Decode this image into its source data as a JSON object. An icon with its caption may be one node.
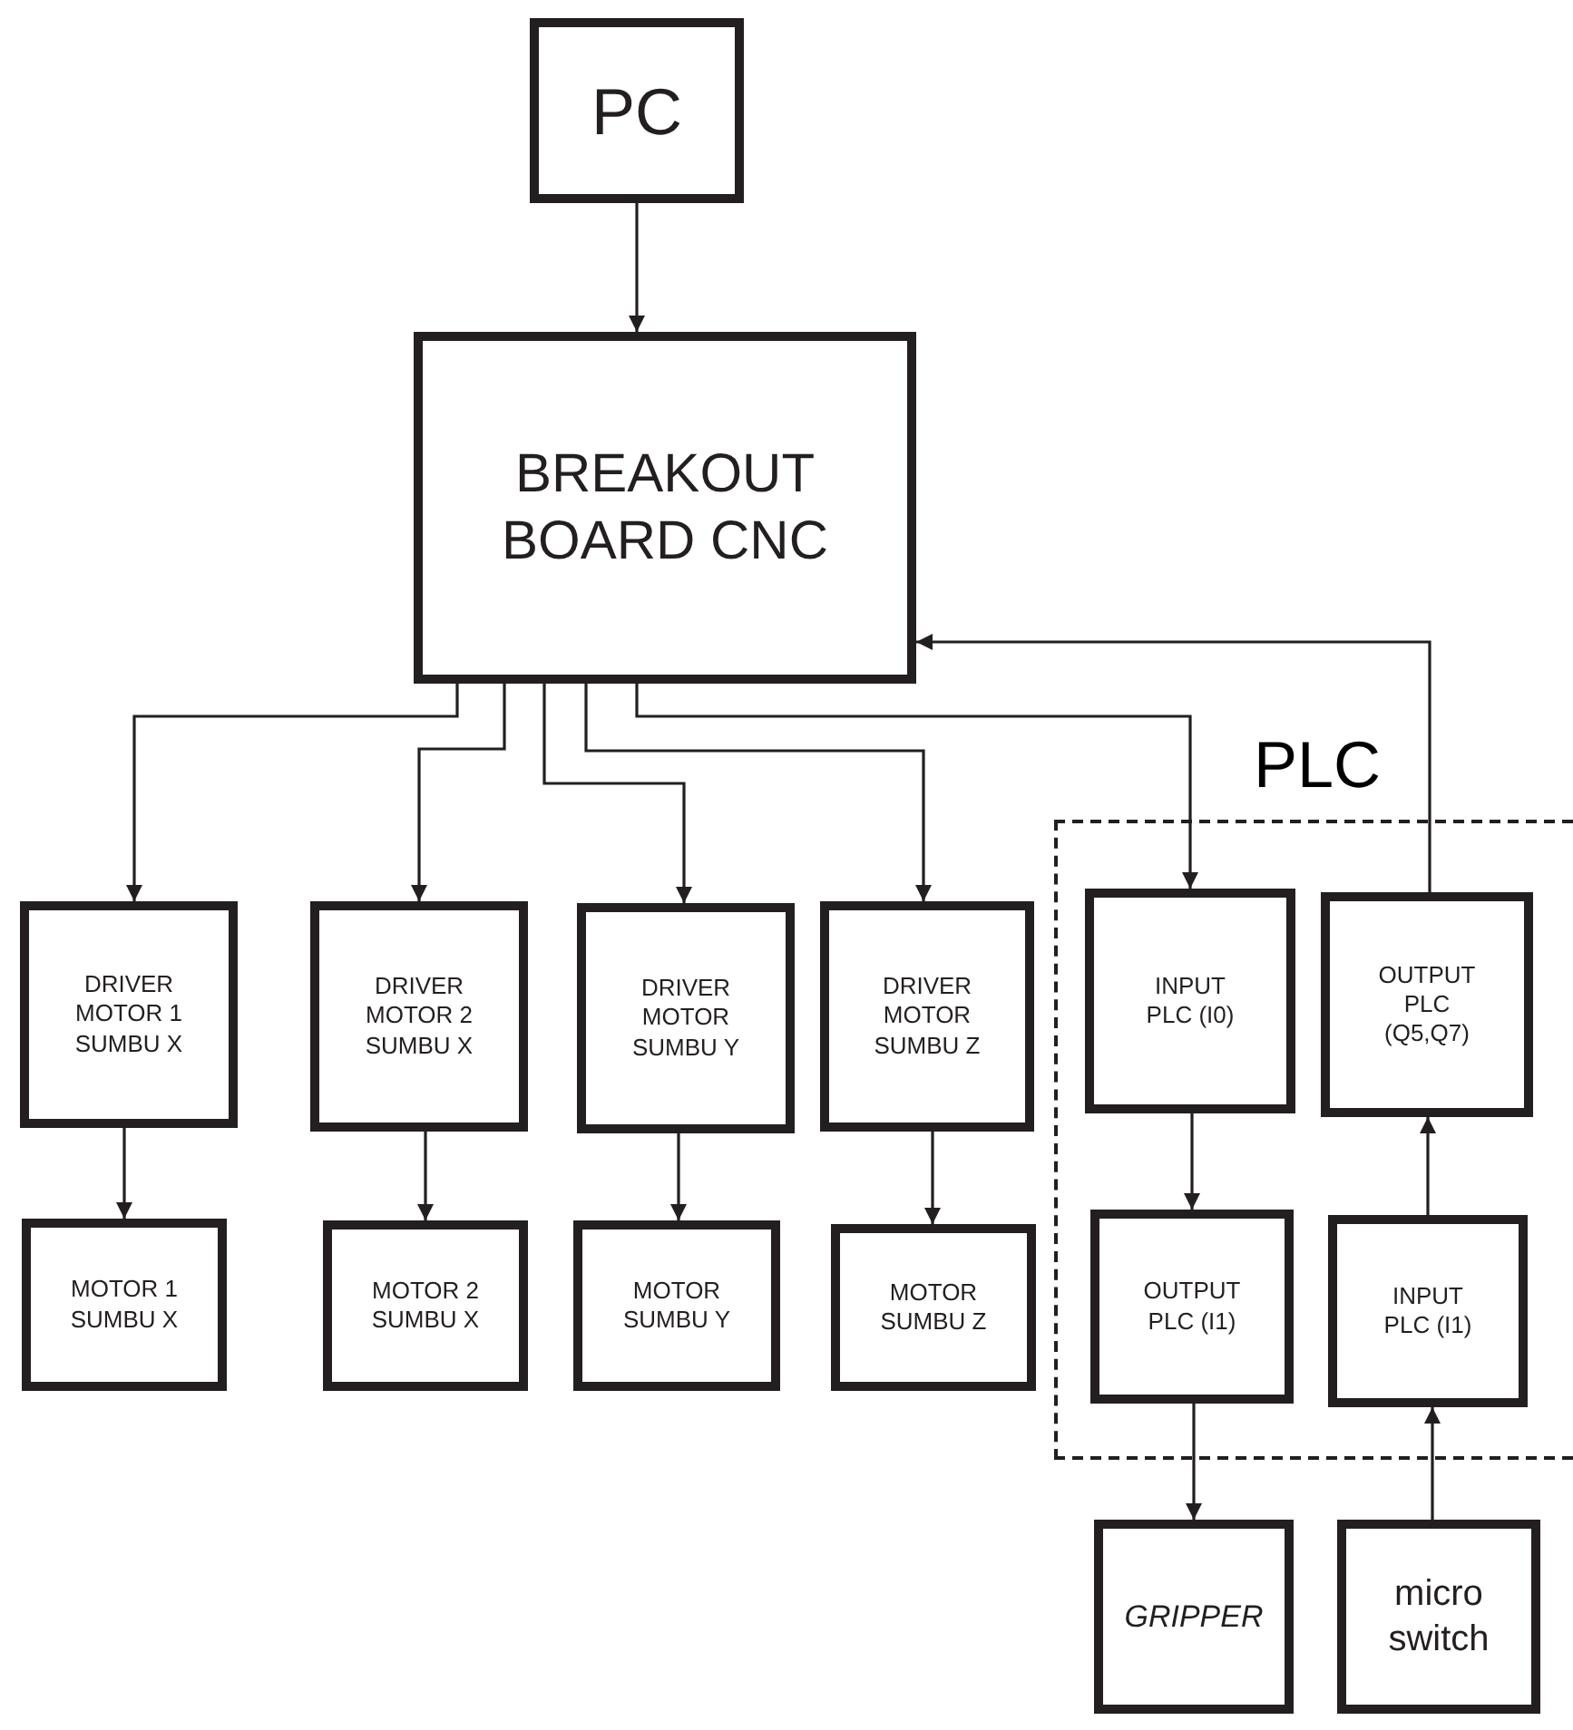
{
  "diagram": {
    "nodes": [
      {
        "text": [
          "PC"
        ]
      },
      {
        "text": [
          "BREAKOUT BOARD CNC"
        ]
      },
      {
        "text": [
          "DRIVER MOTOR 1 SUMBU X"
        ]
      },
      {
        "text": [
          "DRIVER MOTOR 2 SUMBU X"
        ]
      },
      {
        "text": [
          "DRIVER MOTOR SUMBU Y"
        ]
      },
      {
        "text": [
          "DRIVER MOTOR SUMBU Z"
        ]
      },
      {
        "text": [
          "PLC"
        ]
      },
      {
        "text": [
          "INPUT PLC (I0)"
        ],
        "in": 6
      },
      {
        "text": [
          "OUTPUT PLC (Q5,Q7)"
        ],
        "in": 6
      },
      {
        "text": [
          "MOTOR 1 SUMBU X"
        ]
      },
      {
        "text": [
          "MOTOR 2 SUMBU X"
        ]
      },
      {
        "text": [
          "MOTOR SUMBU Y"
        ]
      },
      {
        "text": [
          "MOTOR SUMBU Z"
        ]
      },
      {
        "text": [
          "OUTPUT PLC (I1)"
        ],
        "in": 6
      },
      {
        "text": [
          "INPUT PLC (I1)"
        ],
        "in": 6
      },
      {
        "text": [
          "GRIPPER"
        ]
      },
      {
        "text": [
          "micro switch"
        ]
      }
    ],
    "edges": [
      {
        "from": 0,
        "to": 1,
        "arrow": "to"
      },
      {
        "from": 1,
        "to": 2,
        "arrow": "to"
      },
      {
        "from": 1,
        "to": 3,
        "arrow": "to"
      },
      {
        "from": 1,
        "to": 4,
        "arrow": "to"
      },
      {
        "from": 1,
        "to": 5,
        "arrow": "to"
      },
      {
        "from": 1,
        "to": 7,
        "arrow": "to"
      },
      {
        "from": 8,
        "to": 1,
        "arrow": "to"
      },
      {
        "from": 2,
        "to": 9,
        "arrow": "to"
      },
      {
        "from": 3,
        "to": 10,
        "arrow": "to"
      },
      {
        "from": 4,
        "to": 11,
        "arrow": "to"
      },
      {
        "from": 5,
        "to": 12,
        "arrow": "to"
      },
      {
        "from": 7,
        "to": 13,
        "arrow": "to"
      },
      {
        "from": 14,
        "to": 8,
        "arrow": "to"
      },
      {
        "from": 13,
        "to": 15,
        "arrow": "to"
      },
      {
        "from": 16,
        "to": 14,
        "arrow": "to"
      }
    ]
  }
}
